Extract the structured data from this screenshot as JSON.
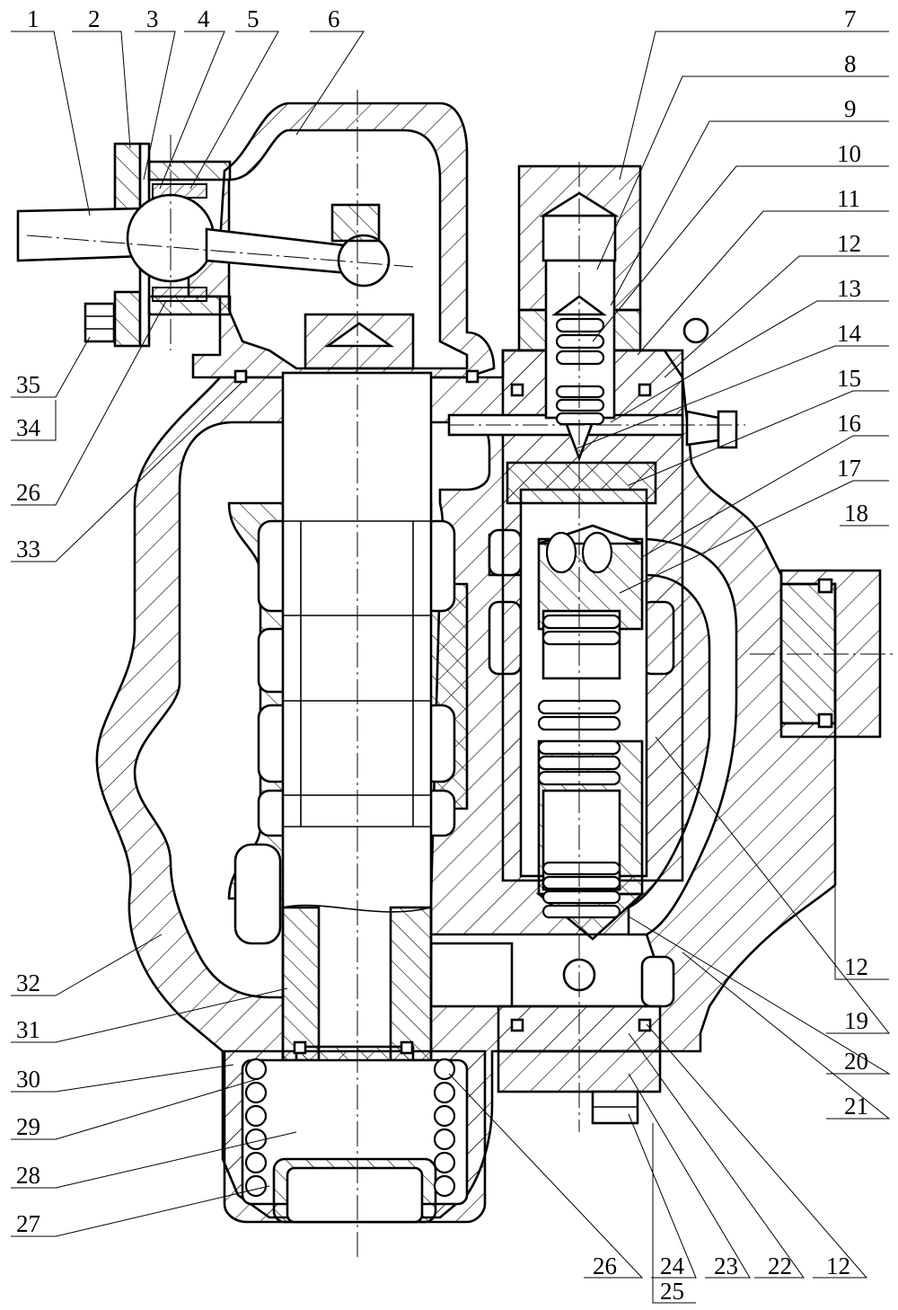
{
  "callouts_top": [
    "1",
    "2",
    "3",
    "4",
    "5",
    "6"
  ],
  "callouts_right": [
    "7",
    "8",
    "9",
    "10",
    "11",
    "12",
    "13",
    "14",
    "15",
    "16",
    "17",
    "18"
  ],
  "callouts_right_lower": [
    "12",
    "19",
    "20",
    "21"
  ],
  "callouts_bottom": [
    "26",
    "24",
    "23",
    "22",
    "12",
    "25"
  ],
  "callouts_left": [
    "35",
    "34",
    "26",
    "33",
    "32",
    "31",
    "30",
    "29",
    "28",
    "27"
  ]
}
